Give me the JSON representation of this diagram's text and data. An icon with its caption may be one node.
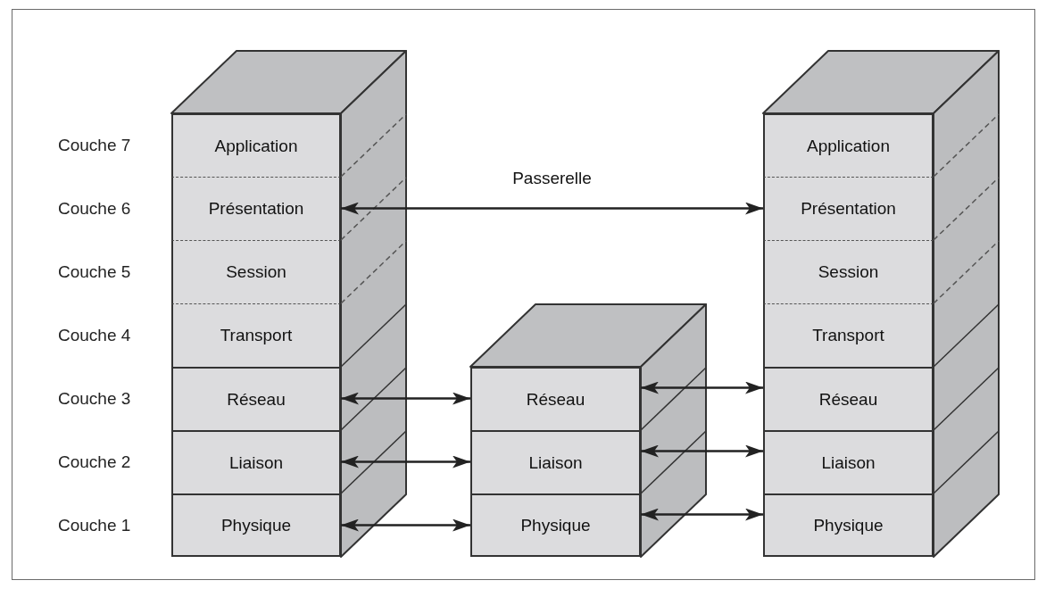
{
  "diagram": {
    "nodes": [
      {
        "text": [
          "Application"
        ]
      },
      {
        "text": [
          "Présentation"
        ]
      },
      {
        "text": [
          "Session"
        ]
      },
      {
        "text": [
          "Transport"
        ]
      },
      {
        "text": [
          "Réseau"
        ]
      },
      {
        "text": [
          "Liaison"
        ]
      },
      {
        "text": [
          "Physique"
        ]
      },
      {
        "text": [
          "Réseau"
        ]
      },
      {
        "text": [
          "Liaison"
        ]
      },
      {
        "text": [
          "Physique"
        ]
      },
      {
        "text": [
          "Application"
        ]
      },
      {
        "text": [
          "Présentation"
        ]
      },
      {
        "text": [
          "Session"
        ]
      },
      {
        "text": [
          "Transport"
        ]
      },
      {
        "text": [
          "Réseau"
        ]
      },
      {
        "text": [
          "Liaison"
        ]
      },
      {
        "text": [
          "Physique"
        ]
      }
    ],
    "edges": [
      {
        "from": 1,
        "to": 11,
        "arrow": "both",
        "label": "Passerelle"
      },
      {
        "from": 4,
        "to": 7,
        "arrow": "both"
      },
      {
        "from": 5,
        "to": 8,
        "arrow": "both"
      },
      {
        "from": 6,
        "to": 9,
        "arrow": "both"
      },
      {
        "from": 7,
        "to": 14,
        "arrow": "both"
      },
      {
        "from": 8,
        "to": 15,
        "arrow": "both"
      },
      {
        "from": 9,
        "to": 16,
        "arrow": "both"
      }
    ],
    "labels": [
      "Couche 7",
      "Couche 6",
      "Couche 5",
      "Couche 4",
      "Couche 3",
      "Couche 2",
      "Couche 1"
    ]
  }
}
